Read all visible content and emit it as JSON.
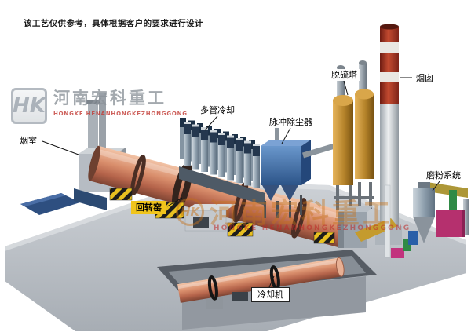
{
  "disclaimer": "该工艺仅供参考，具体根据客户的要求进行设计",
  "logo": {
    "monogram": "HK",
    "company_cn": "河南宏科重工",
    "company_en": "HONGKE HENANHONGKEZHONGGONG"
  },
  "watermark": {
    "monogram": "HK",
    "company_cn": "河南宏科重工",
    "company_en": "HONGKE HENANHONGKEZHONGGONG"
  },
  "labels": {
    "smoke_chamber": "烟室",
    "rotary_kiln": "回转窑",
    "multi_tube_cooler": "多管冷却",
    "pulse_dust_collector": "脉冲除尘器",
    "desulfurization_tower": "脱硫塔",
    "chimney": "烟囱",
    "grinding_system": "磨粉系统",
    "cooling_machine": "冷却机"
  },
  "colors": {
    "kiln_shell": "#cd7f63",
    "dust_collector": "#3f6ea8",
    "desulfurization_tower": "#c08a2e",
    "chimney_top": "#9c3128",
    "label_highlight": "#f0c41c",
    "hazard_stripe": "#e8c020",
    "watermark_orange": "#c6721a",
    "watermark_red": "#c23a34"
  }
}
